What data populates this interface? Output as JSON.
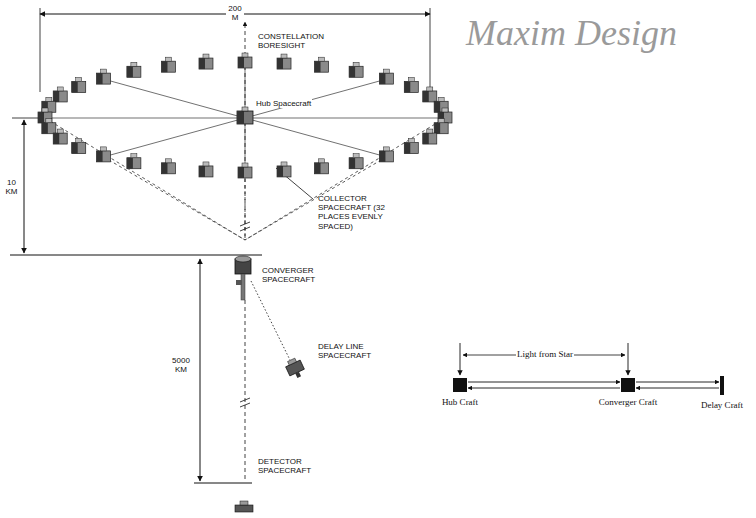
{
  "diagram": {
    "title": "Maxim Design",
    "nodes": [
      {
        "text": [
          "Hub Craft"
        ]
      },
      {
        "text": [
          "Converger Craft"
        ]
      },
      {
        "text": [
          "Delay Craft"
        ]
      }
    ],
    "edges": [
      {
        "from": 0,
        "to": 1,
        "arrow": "to"
      },
      {
        "from": 1,
        "to": 0,
        "arrow": "to"
      },
      {
        "from": 1,
        "to": 2,
        "arrow": "to"
      },
      {
        "from": 2,
        "to": 1,
        "arrow": "to"
      }
    ],
    "labels": [
      "200 M",
      "CONSTELLATION BORESIGHT",
      "Hub Spacecraft",
      "10 KM",
      "COLLECTOR SPACECRAFT (32 PLACES EVENLY SPACED)",
      "CONVERGER SPACECRAFT",
      "5000 KM",
      "DELAY LINE SPACECRAFT",
      "DETECTOR SPACECRAFT",
      "Light from Star"
    ]
  }
}
